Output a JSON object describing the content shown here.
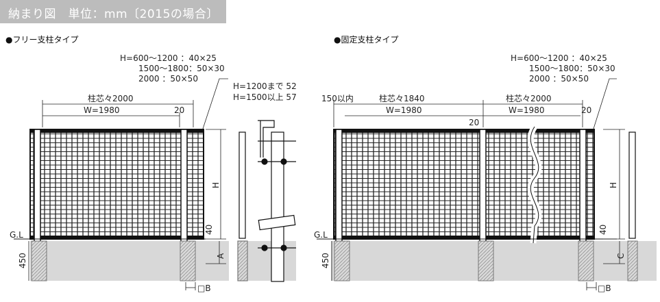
{
  "title": "納まり図　単位：mm〔2015の場合〕",
  "left": {
    "heading": "●フリー支柱タイプ",
    "spec": [
      "H=600～1200 ：40×25",
      "1500～1800：50×30",
      "2000 ：50×50"
    ],
    "pitch": "柱芯々2000",
    "width": "W=1980",
    "gap": "20",
    "h": "H",
    "above": "40",
    "gl": "G.L",
    "depth": "450",
    "a": "A",
    "b": "□B"
  },
  "middle": {
    "note1": "H=1200まで 52",
    "note2": "H=1500以上 57"
  },
  "right": {
    "heading": "●固定支柱タイプ",
    "spec": [
      "H=600～1200 ：40×25",
      "1500～1800：50×30",
      "2000 ：50×50"
    ],
    "offset": "150以内",
    "pitch1": "柱芯々1840",
    "pitch2": "柱芯々2000",
    "width1": "W=1980",
    "width2": "W=1980",
    "gap1": "20",
    "gap2": "20",
    "h": "H",
    "above": "40",
    "gl": "G.L",
    "depth": "450",
    "c": "C",
    "b": "□B"
  }
}
